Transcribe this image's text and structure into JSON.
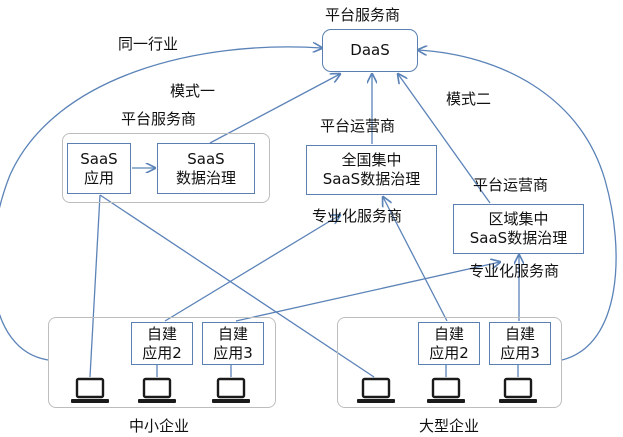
{
  "colors": {
    "arrow": "#5b83b8",
    "box_border": "#5a7fb0",
    "group_border": "#bdbdbd",
    "icon": "#1a1a1a"
  },
  "labels": {
    "top_provider": "平台服务商",
    "same_industry": "同一行业",
    "mode_one": "模式一",
    "mode_two": "模式二",
    "left_provider": "平台服务商",
    "mid_operator": "平台运营商",
    "right_operator": "平台运营商",
    "mid_service": "专业化服务商",
    "right_service": "专业化服务商",
    "sme": "中小企业",
    "large": "大型企业"
  },
  "boxes": {
    "daas": "DaaS",
    "saas_app": [
      "SaaS",
      "应用"
    ],
    "saas_gov": [
      "SaaS",
      "数据治理"
    ],
    "national": [
      "全国集中",
      "SaaS数据治理"
    ],
    "regional": [
      "区域集中",
      "SaaS数据治理"
    ],
    "sme_app2": [
      "自建",
      "应用2"
    ],
    "sme_app3": [
      "自建",
      "应用3"
    ],
    "large_app2": [
      "自建",
      "应用2"
    ],
    "large_app3": [
      "自建",
      "应用3"
    ]
  },
  "icons": [
    "laptop-icon",
    "laptop-icon",
    "laptop-icon",
    "laptop-icon",
    "laptop-icon",
    "laptop-icon"
  ]
}
